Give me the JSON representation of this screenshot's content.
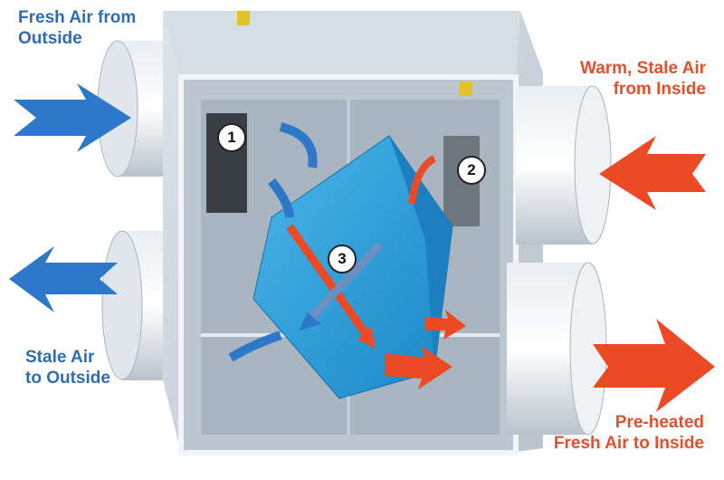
{
  "labels": {
    "fresh_air_in": [
      "Fresh Air from",
      "Outside"
    ],
    "stale_air_in": [
      "Warm, Stale Air",
      "from Inside"
    ],
    "stale_air_out": [
      "Stale Air",
      "to Outside"
    ],
    "fresh_air_out": [
      "Pre-heated",
      "Fresh Air to Inside"
    ]
  },
  "markers": [
    "1",
    "2",
    "3"
  ],
  "colors": {
    "cool_air": "#2d78c8",
    "warm_air": "#ec4a25",
    "text_blue": "#2d6db5",
    "text_red": "#e4502c",
    "unit_body": "#c9d3dc",
    "exchanger": "#2a9fd8"
  }
}
